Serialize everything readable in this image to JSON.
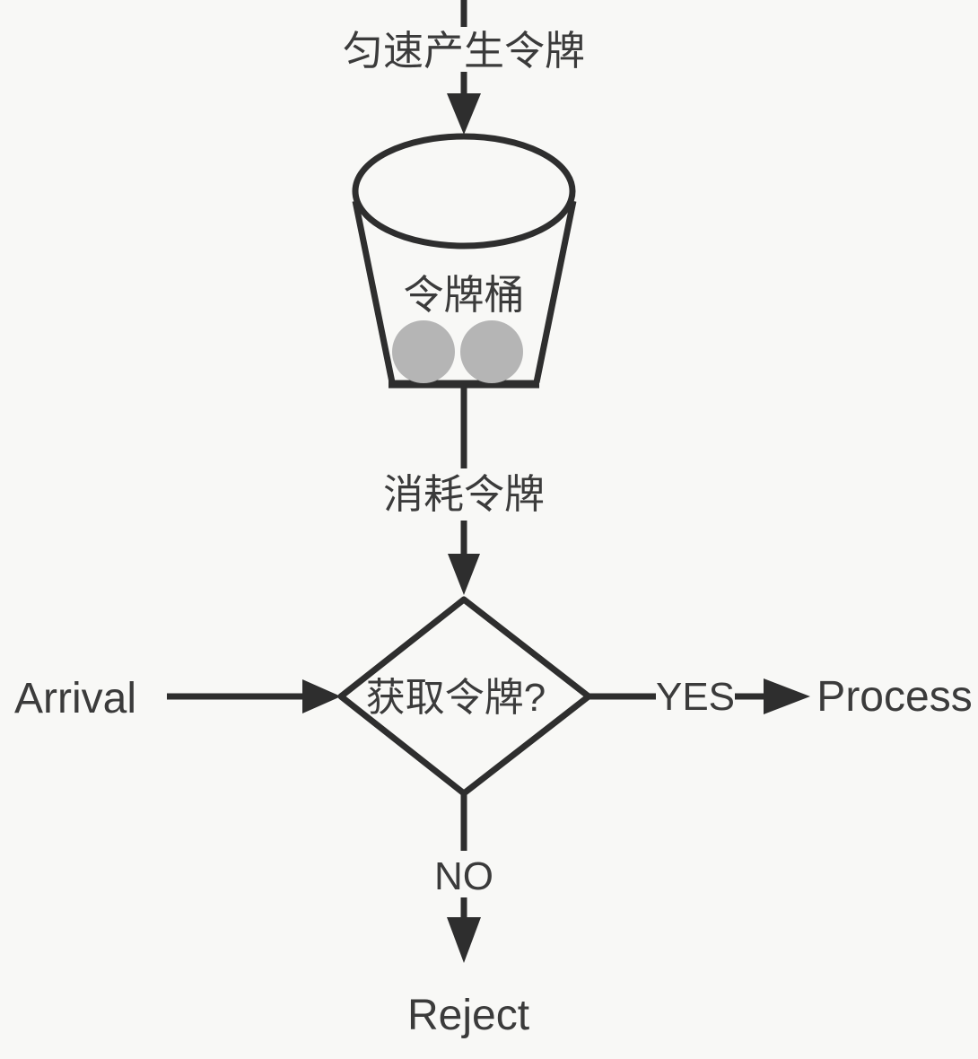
{
  "diagram": {
    "generate_label": "匀速产生令牌",
    "bucket_label": "令牌桶",
    "consume_label": "消耗令牌",
    "decision_label": "获取令牌?",
    "arrival_label": "Arrival",
    "yes_label": "YES",
    "process_label": "Process",
    "no_label": "NO",
    "reject_label": "Reject",
    "token_count": 2
  },
  "colors": {
    "background": "#f8f8f6",
    "stroke": "#2e2e2e",
    "text": "#3b3b3b",
    "token": "#b5b5b5"
  }
}
